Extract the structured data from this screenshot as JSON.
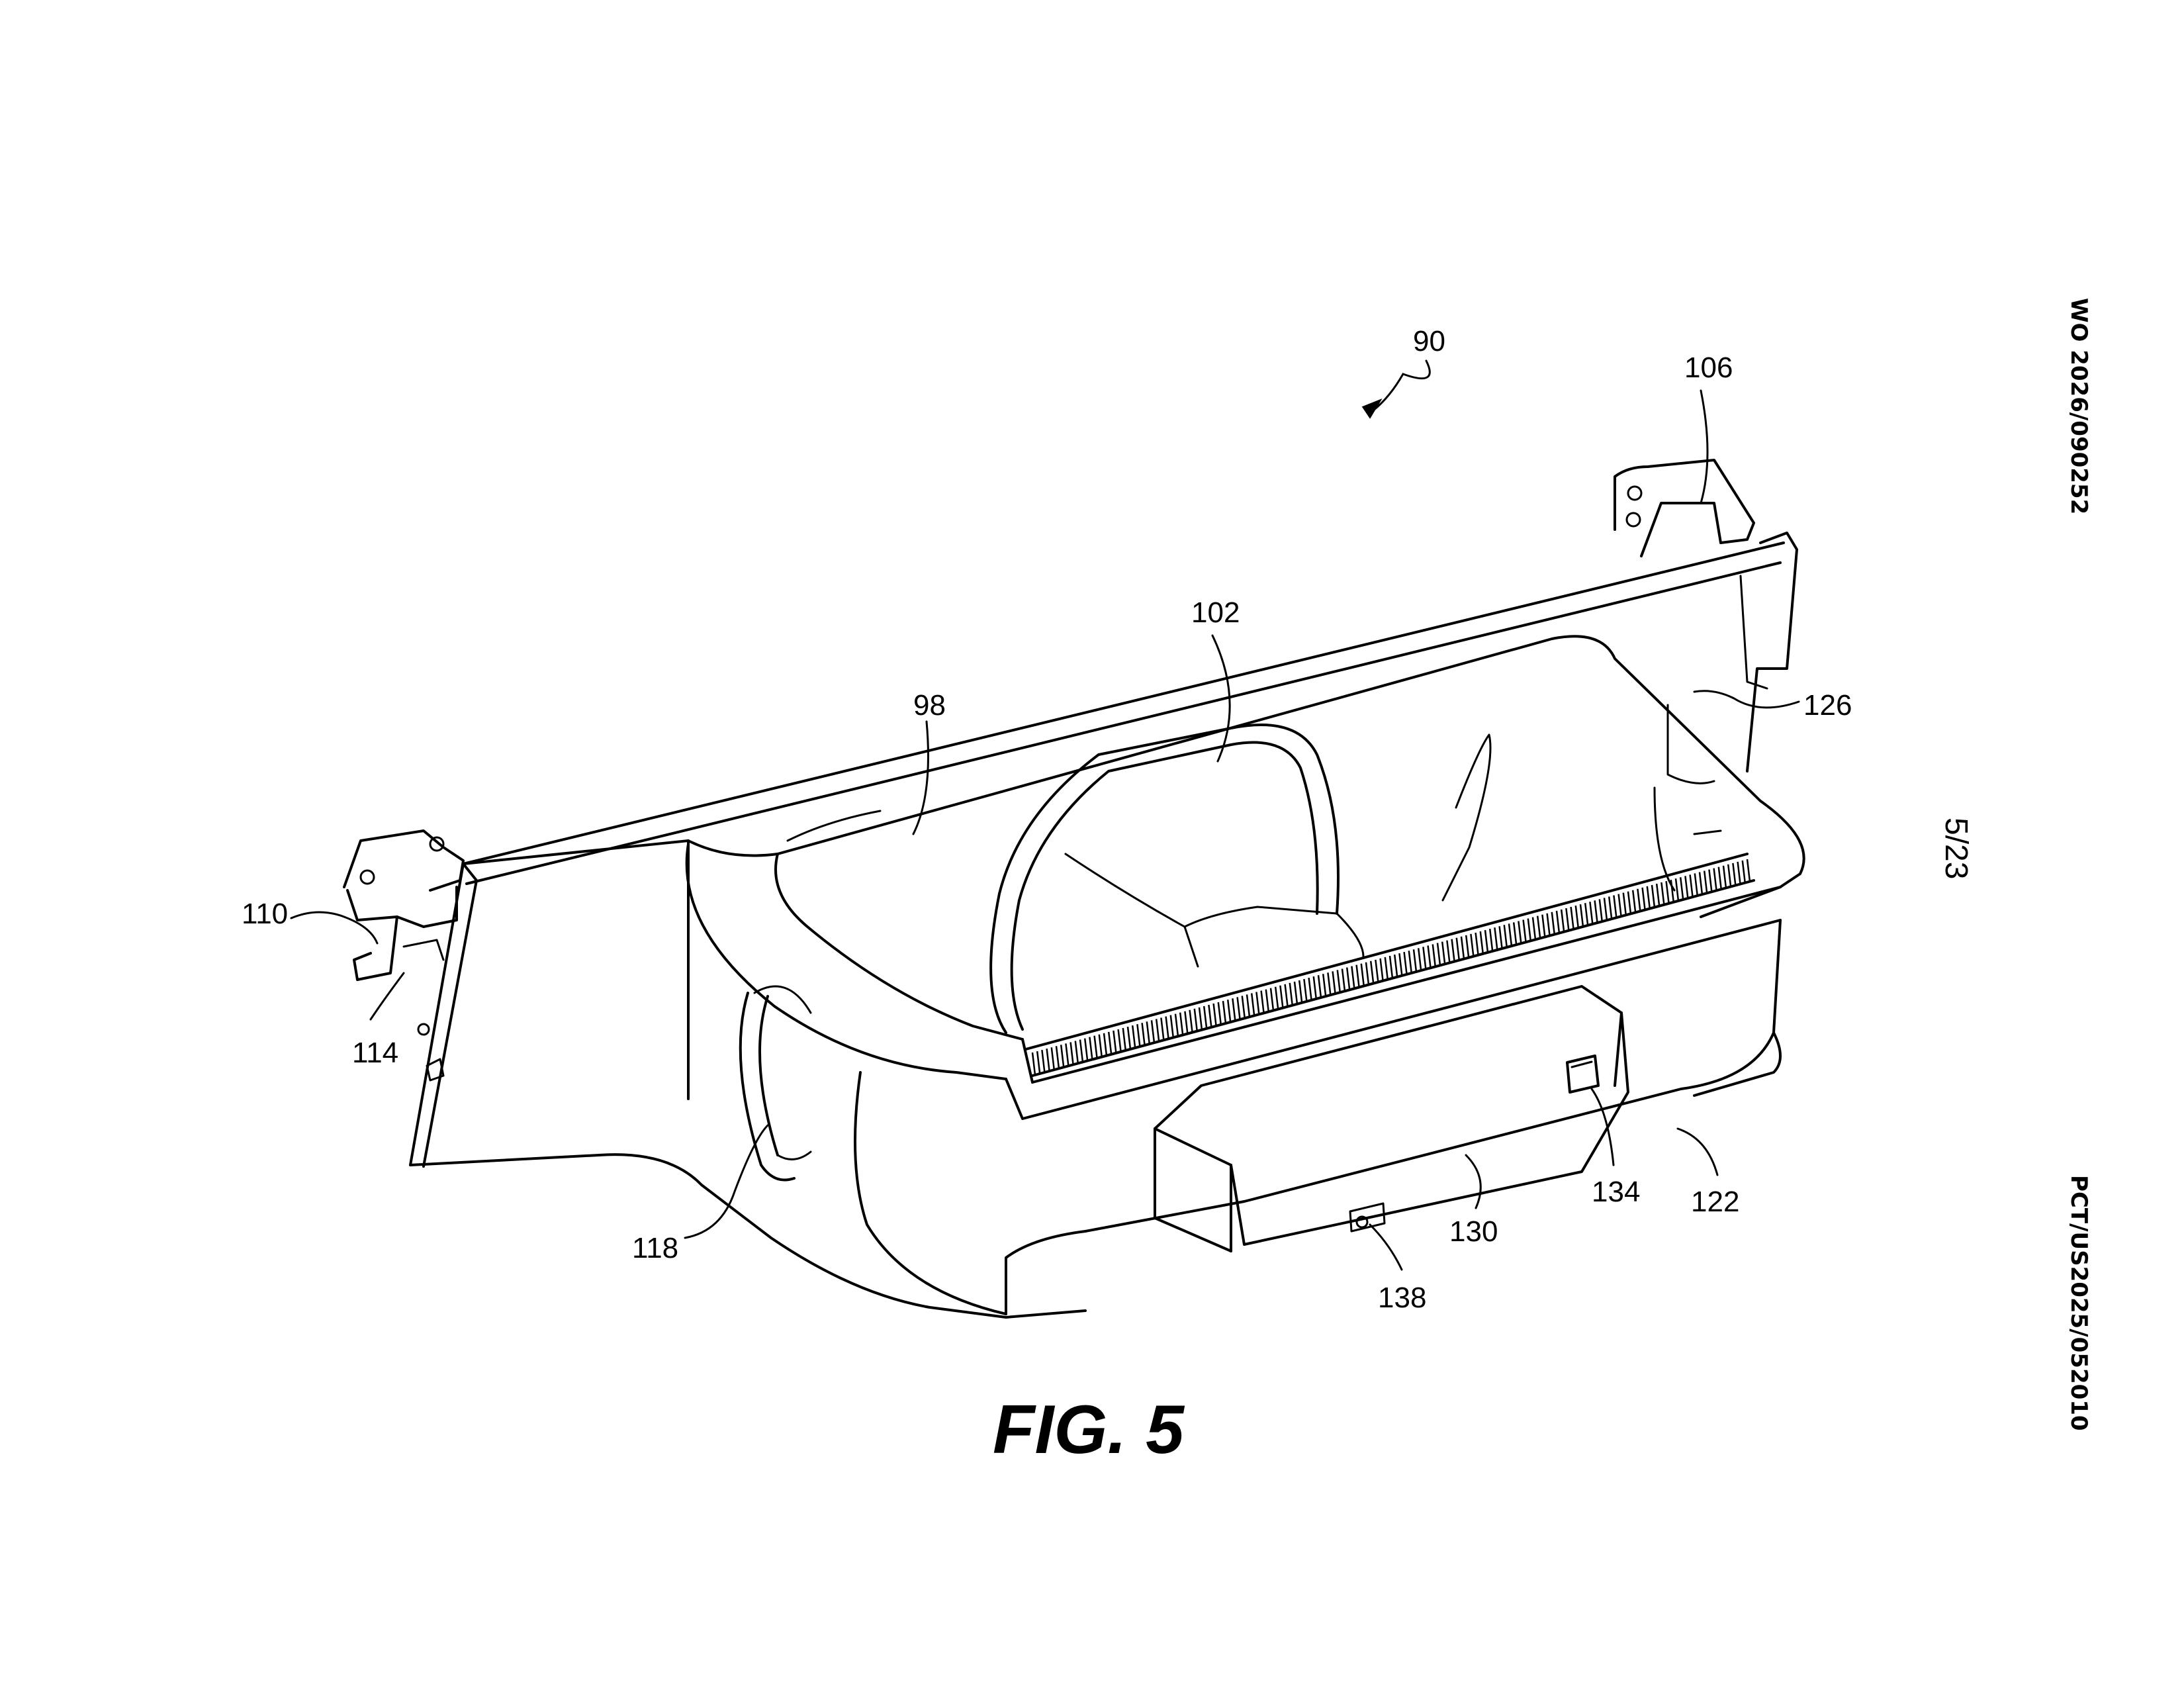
{
  "header": {
    "publication_number": "WO 2026/090252",
    "application_number": "PCT/US2025/052010",
    "sheet": "5/23"
  },
  "figure": {
    "caption": "FIG. 5"
  },
  "reference_numerals": {
    "r90": "90",
    "r98": "98",
    "r102": "102",
    "r106": "106",
    "r110": "110",
    "r114": "114",
    "r118": "118",
    "r122": "122",
    "r126": "126",
    "r130": "130",
    "r134": "134",
    "r138": "138"
  }
}
